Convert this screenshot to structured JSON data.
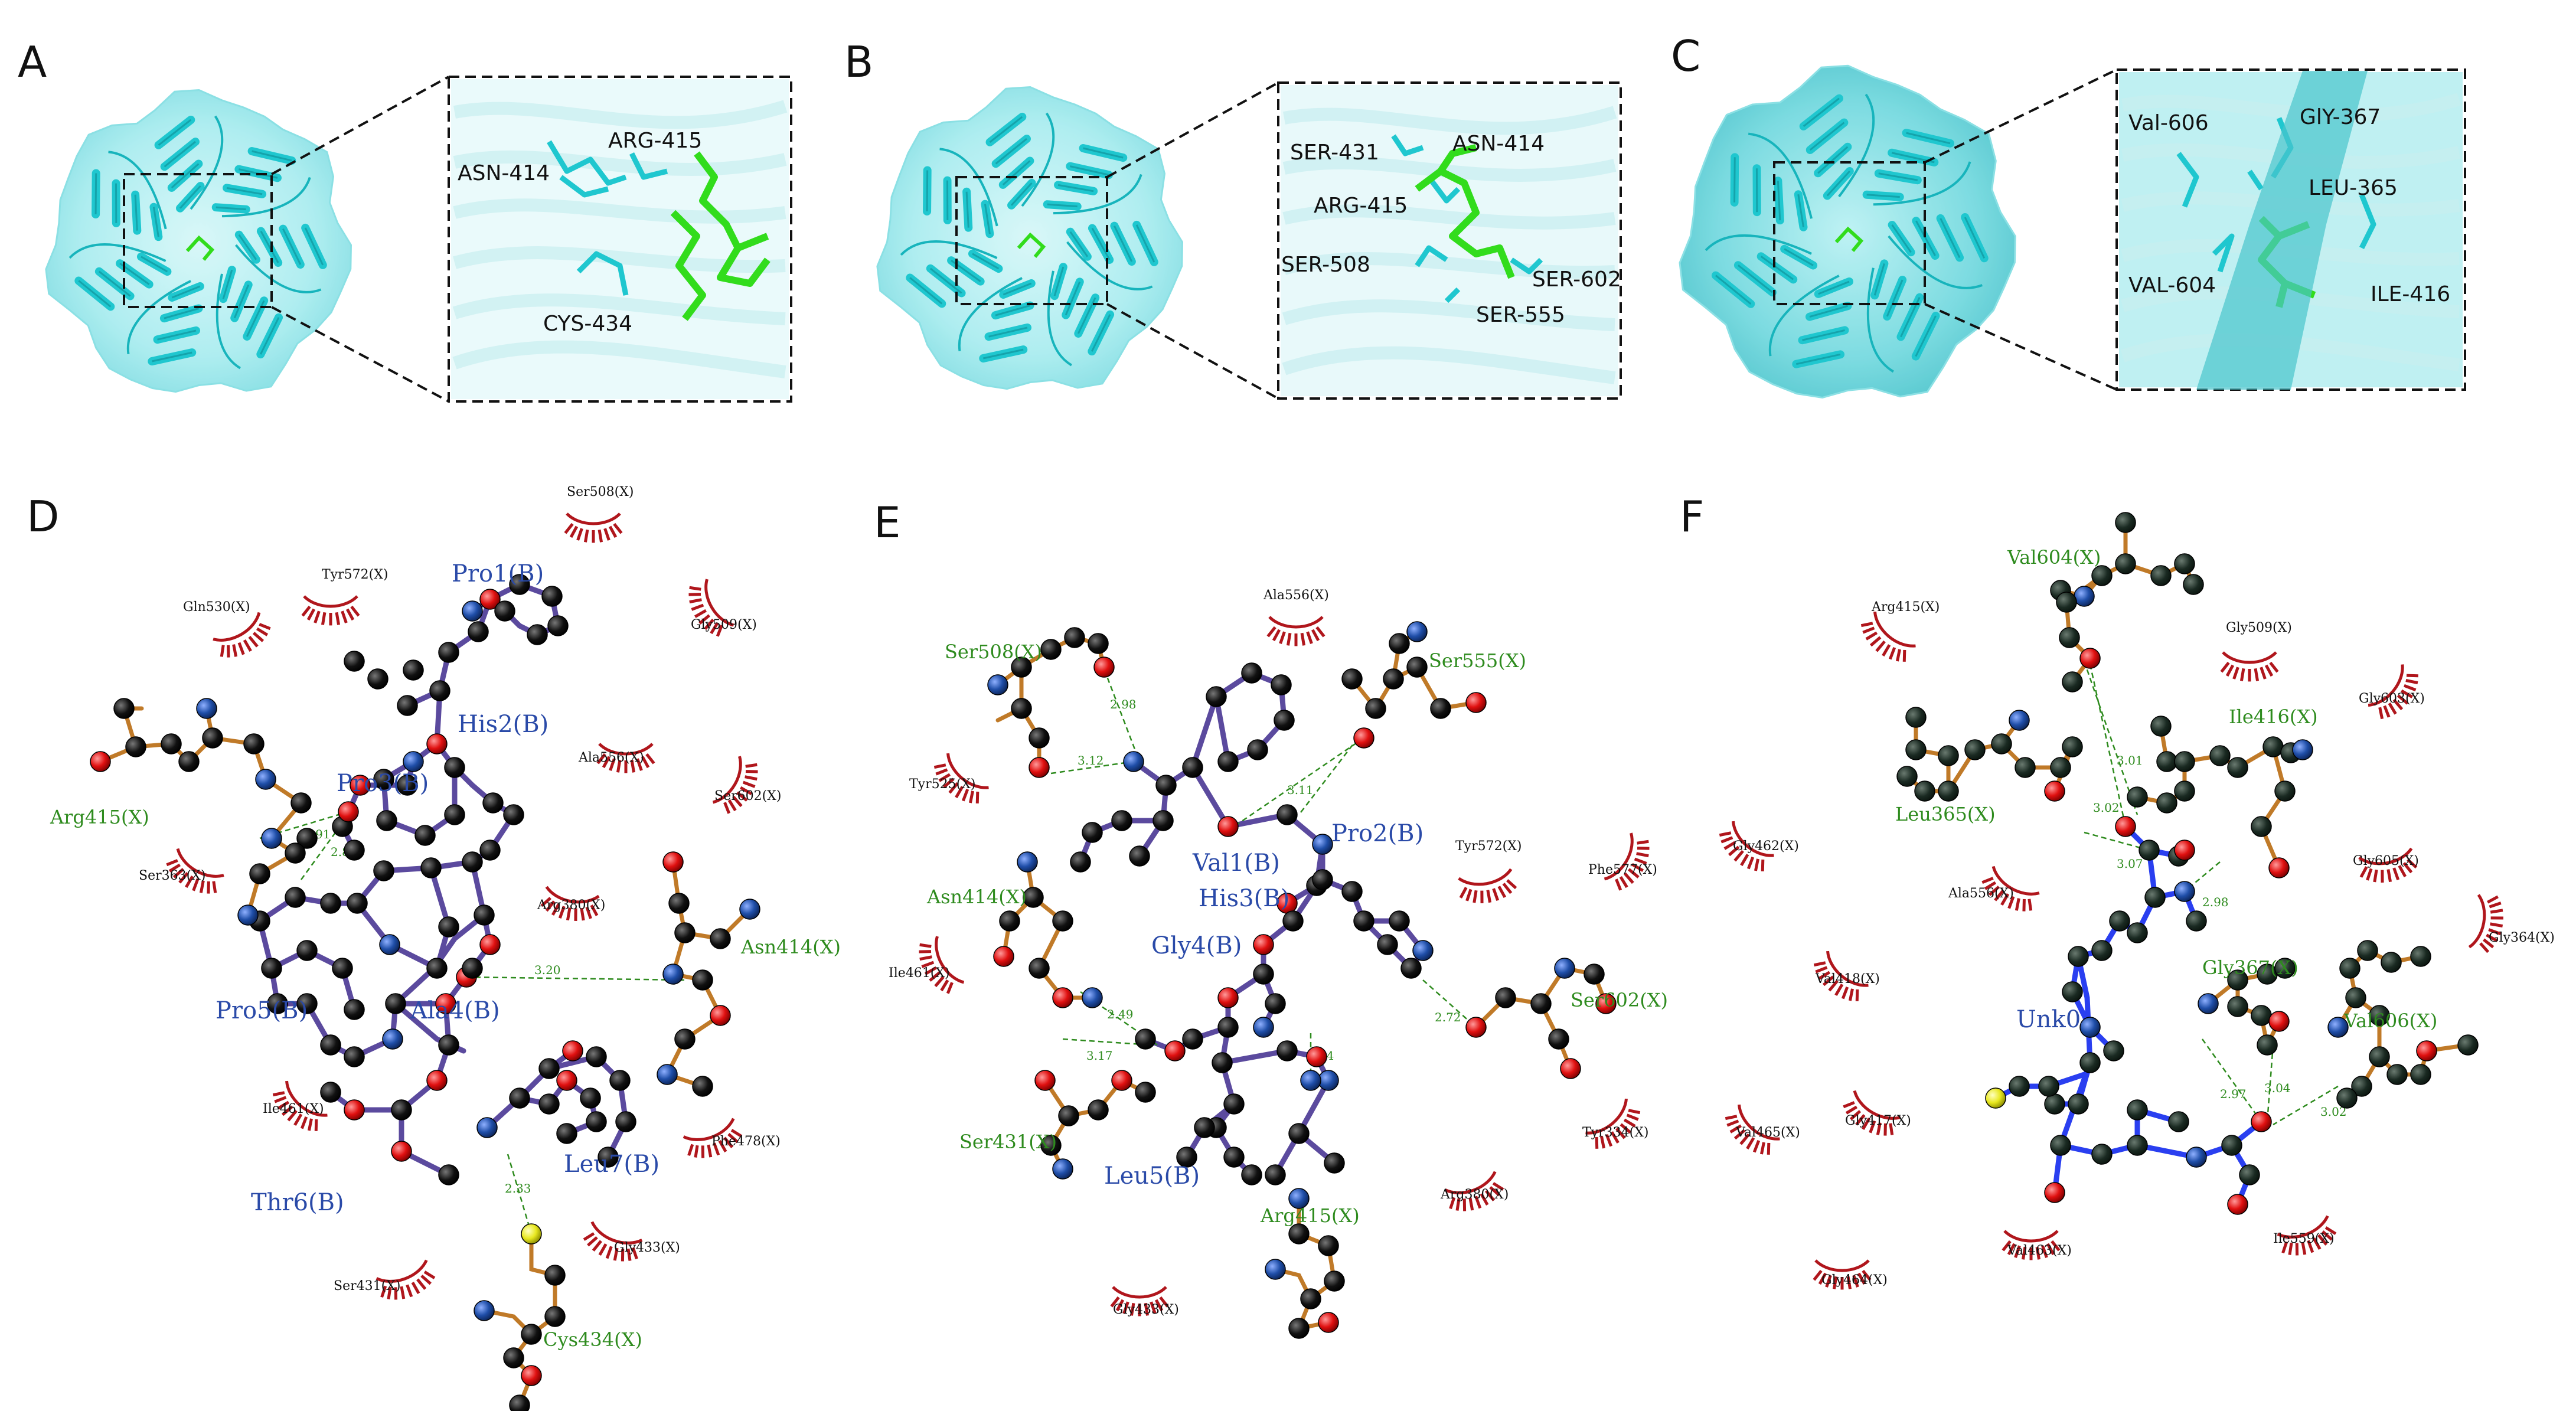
{
  "panels": {
    "A": {
      "label": "A",
      "zoom_labels": [
        "ARG-415",
        "ASN-414",
        "CYS-434"
      ]
    },
    "B": {
      "label": "B",
      "zoom_labels": [
        "SER-431",
        "ASN-414",
        "ARG-415",
        "SER-508",
        "SER-602",
        "SER-555"
      ]
    },
    "C": {
      "label": "C",
      "zoom_labels": [
        "Val-606",
        "GlY-367",
        "LEU-365",
        "VAL-604",
        "ILE-416"
      ]
    },
    "D": {
      "label": "D",
      "ligand_residues": [
        "Pro1(B)",
        "His2(B)",
        "Pro3(B)",
        "Ala4(B)",
        "Pro5(B)",
        "Thr6(B)",
        "Leu7(B)"
      ],
      "hbond_residues": [
        "Arg415(X)",
        "Asn414(X)",
        "Cys434(X)"
      ],
      "nonbonded_residues": [
        "Ser508(X)",
        "Tyr572(X)",
        "Gln530(X)",
        "Gly509(X)",
        "Ala556(X)",
        "Ser602(X)",
        "Ser363(X)",
        "Arg380(X)",
        "Ile461(X)",
        "Phe478(X)",
        "Gly433(X)",
        "Ser431(X)"
      ],
      "distances": [
        "2.91",
        "2.86",
        "3.20",
        "2.33"
      ]
    },
    "E": {
      "label": "E",
      "ligand_residues": [
        "Val1(B)",
        "His3(B)",
        "Pro2(B)",
        "Gly4(B)",
        "Leu5(B)"
      ],
      "hbond_residues": [
        "Ser508(X)",
        "Ser555(X)",
        "Asn414(X)",
        "Ser602(X)",
        "Ser431(X)",
        "Arg415(X)"
      ],
      "nonbonded_residues": [
        "Ala556(X)",
        "Tyr525(X)",
        "Tyr572(X)",
        "Phe577(X)",
        "Ile461(X)",
        "Tyr334(X)",
        "Arg380(X)",
        "Gly433(X)"
      ],
      "distances": [
        "2.98",
        "3.12",
        "3.11",
        "2.49",
        "3.17",
        "2.84",
        "2.72"
      ]
    },
    "F": {
      "label": "F",
      "ligand_residues": [
        "Unk0"
      ],
      "hbond_residues": [
        "Val604(X)",
        "Ile416(X)",
        "Leu365(X)",
        "Gly367(X)",
        "Val606(X)"
      ],
      "nonbonded_residues": [
        "Arg415(X)",
        "Gly509(X)",
        "Gly603(X)",
        "Gly462(X)",
        "Ala556(X)",
        "Gly605(X)",
        "Gly364(X)",
        "Val418(X)",
        "Val465(X)",
        "Gly417(X)",
        "Val463(X)",
        "Gly464(X)",
        "Ile559(X)"
      ],
      "distances": [
        "3.01",
        "3.02",
        "3.07",
        "2.98",
        "2.97",
        "3.04",
        "3.02"
      ]
    }
  },
  "colors": {
    "protein": "#1fc7cf",
    "surface": "#a6ecef",
    "ligand_green": "#32dc1c",
    "ligand_bond": "#5b4a9e",
    "protein_bond": "#c07a28",
    "unk_bond": "#2a3ff0",
    "hbond": "#2e8b1e",
    "hydrophobic": "#b0161c",
    "carbon": "#000000",
    "nitrogen": "#1f4ea8",
    "oxygen": "#e01010",
    "sulfur": "#e8e820"
  }
}
